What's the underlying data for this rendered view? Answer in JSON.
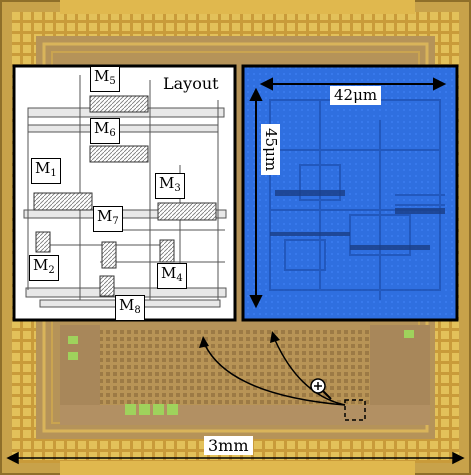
{
  "layout_panel": {
    "title": "Layout",
    "transistors": [
      {
        "id": "M5",
        "base": "M",
        "sub": "5"
      },
      {
        "id": "M6",
        "base": "M",
        "sub": "6"
      },
      {
        "id": "M1",
        "base": "M",
        "sub": "1"
      },
      {
        "id": "M3",
        "base": "M",
        "sub": "3"
      },
      {
        "id": "M7",
        "base": "M",
        "sub": "7"
      },
      {
        "id": "M2",
        "base": "M",
        "sub": "2"
      },
      {
        "id": "M4",
        "base": "M",
        "sub": "4"
      },
      {
        "id": "M8",
        "base": "M",
        "sub": "8"
      }
    ]
  },
  "micrograph_panel": {
    "width_label": "42μm",
    "height_label": "45μm"
  },
  "chip": {
    "size_label": "3mm"
  },
  "icons": {
    "zoom": "magnifier-plus-icon"
  },
  "colors": {
    "chip_gold": "#d2a84a",
    "micrograph_blue": "#2f6fe0"
  }
}
